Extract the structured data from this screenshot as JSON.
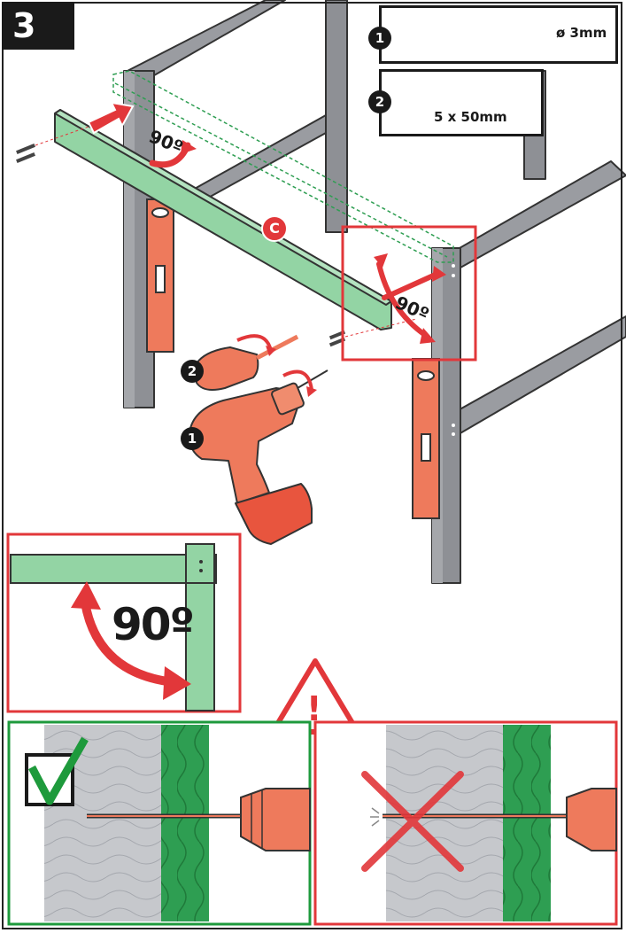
{
  "step": {
    "number": "3"
  },
  "parts": {
    "drill_bit": {
      "index": "1",
      "label": "ø 3mm"
    },
    "screw": {
      "index": "2",
      "label": "5 x 50mm"
    }
  },
  "main": {
    "angle_label": "90º",
    "board_label": "C",
    "screwdriver_index": "2",
    "drill_index": "1"
  },
  "detail": {
    "angle_label": "90º"
  },
  "warning": {
    "symbol": "!"
  },
  "colors": {
    "frame": "#8e9095",
    "board": "#93d4a4",
    "board_dark": "#2e9e52",
    "red": "#e2373a",
    "tool": "#ee7a5c",
    "wood": "#c6c8cc"
  }
}
